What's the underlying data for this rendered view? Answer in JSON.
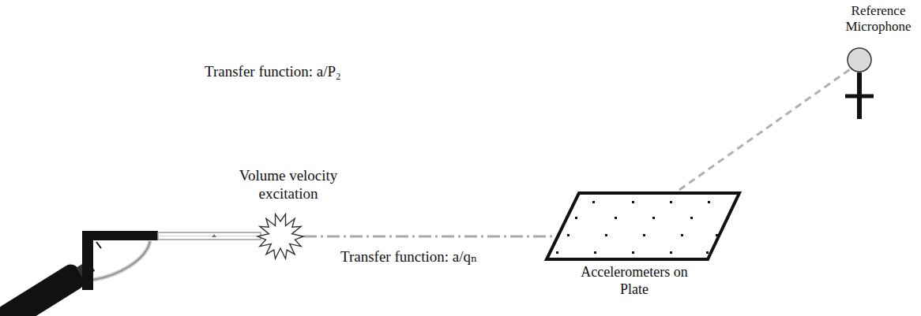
{
  "diagram": {
    "nodes": [
      {
        "text": [
          "Volume velocity excitation"
        ]
      },
      {
        "text": [
          "Accelerometers on Plate"
        ]
      },
      {
        "text": [
          "Reference Microphone"
        ]
      }
    ],
    "edges": [
      {
        "from": 0,
        "to": 1,
        "arrow": "none",
        "label": "Transfer function: a/qₙ"
      },
      {
        "from": 1,
        "to": 2,
        "arrow": "none",
        "label": "Transfer function: a/P₂"
      }
    ]
  }
}
